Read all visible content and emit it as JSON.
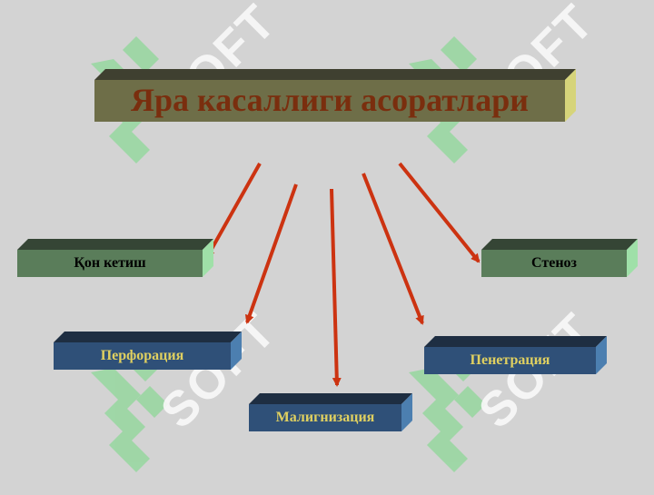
{
  "title": "Яра касаллиги асоратлари",
  "watermark_text": "SOFT",
  "boxes": {
    "bleeding": "Қон кетиш",
    "stenosis": "Стеноз",
    "perforation": "Перфорация",
    "penetration": "Пенетрация",
    "malignization": "Малигнизация"
  },
  "colors": {
    "background": "#d3d3d3",
    "title_box": "#6e6e48",
    "title_text": "#7a2e0e",
    "green_box": "#5a7d5a",
    "blue_box": "#2f5078",
    "blue_text": "#e0d060",
    "arrow": "#cc3311",
    "watermark": "#ffffff",
    "watermark_logo": "#8fd89a"
  }
}
